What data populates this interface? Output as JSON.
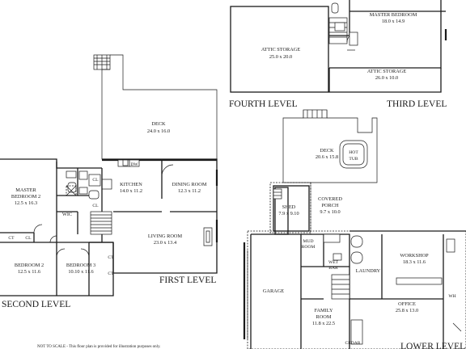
{
  "levels": {
    "fourth": "FOURTH LEVEL",
    "third": "THIRD LEVEL",
    "first": "FIRST LEVEL",
    "second": "SECOND LEVEL",
    "lower": "LOWER LEVEL"
  },
  "rooms": {
    "attic_storage_1": {
      "name": "ATTIC STORAGE",
      "dims": "25.0 x 20.0"
    },
    "master_bedroom": {
      "name": "MASTER BEDROOM",
      "dims": "18.0 x 14.9"
    },
    "attic_storage_2": {
      "name": "ATTIC STORAGE",
      "dims": "26.0 x 10.0"
    },
    "deck_upper": {
      "name": "DECK",
      "dims": "24.0 x 16.0"
    },
    "master_bedroom_2": {
      "name_line1": "MASTER",
      "name_line2": "BEDROOM 2",
      "dims": "12.5 x 16.3"
    },
    "wic": {
      "name": "WIC"
    },
    "bedroom_2": {
      "name": "BEDROOM 2",
      "dims": "12.5 x 11.6"
    },
    "bedroom_3": {
      "name": "BEDROOM 3",
      "dims": "10.10 x 11.6"
    },
    "kitchen": {
      "name": "KITCHEN",
      "dims": "14.0 x 11.2"
    },
    "dining_room": {
      "name": "DINING ROOM",
      "dims": "12.3 x 11.2"
    },
    "living_room": {
      "name": "LIVING ROOM",
      "dims": "23.0 x 13.4"
    },
    "deck_lower": {
      "name": "DECK",
      "dims": "20.6 x 15.8"
    },
    "hot_tub": {
      "name": "HOT",
      "name_line2": "TUB"
    },
    "shed": {
      "name": "SHED",
      "dims": "7.9 x 9.10"
    },
    "covered_porch": {
      "name": "COVERED",
      "name_line2": "PORCH",
      "dims": "9.7 x 10.0"
    },
    "mud_room": {
      "name_line1": "MUD",
      "name_line2": "ROOM"
    },
    "wet_bar": {
      "name_line1": "WET",
      "name_line2": "BAR"
    },
    "laundry": {
      "name": "LAUNDRY"
    },
    "workshop": {
      "name": "WORKSHOP",
      "dims": "18.3 x 11.6"
    },
    "office": {
      "name": "OFFICE",
      "dims": "25.8 x 13.0"
    },
    "wh": {
      "name": "WH"
    },
    "garage": {
      "name": "GARAGE"
    },
    "family_room": {
      "name": "FAMILY",
      "name_line2": "ROOM",
      "dims": "11.8 x 22.5"
    },
    "cedar": {
      "name": "CEDAR"
    }
  },
  "small_labels": {
    "dw": "DW",
    "ct_left": "CT",
    "cl_left": "CL",
    "cl_bath": "CL",
    "ct_br3_1": "CT",
    "ct_br3_2": "CT",
    "cl_kitchen": "CL"
  },
  "footer_note": "NOT TO SCALE - This floor plan is provided for illustration purposes only."
}
